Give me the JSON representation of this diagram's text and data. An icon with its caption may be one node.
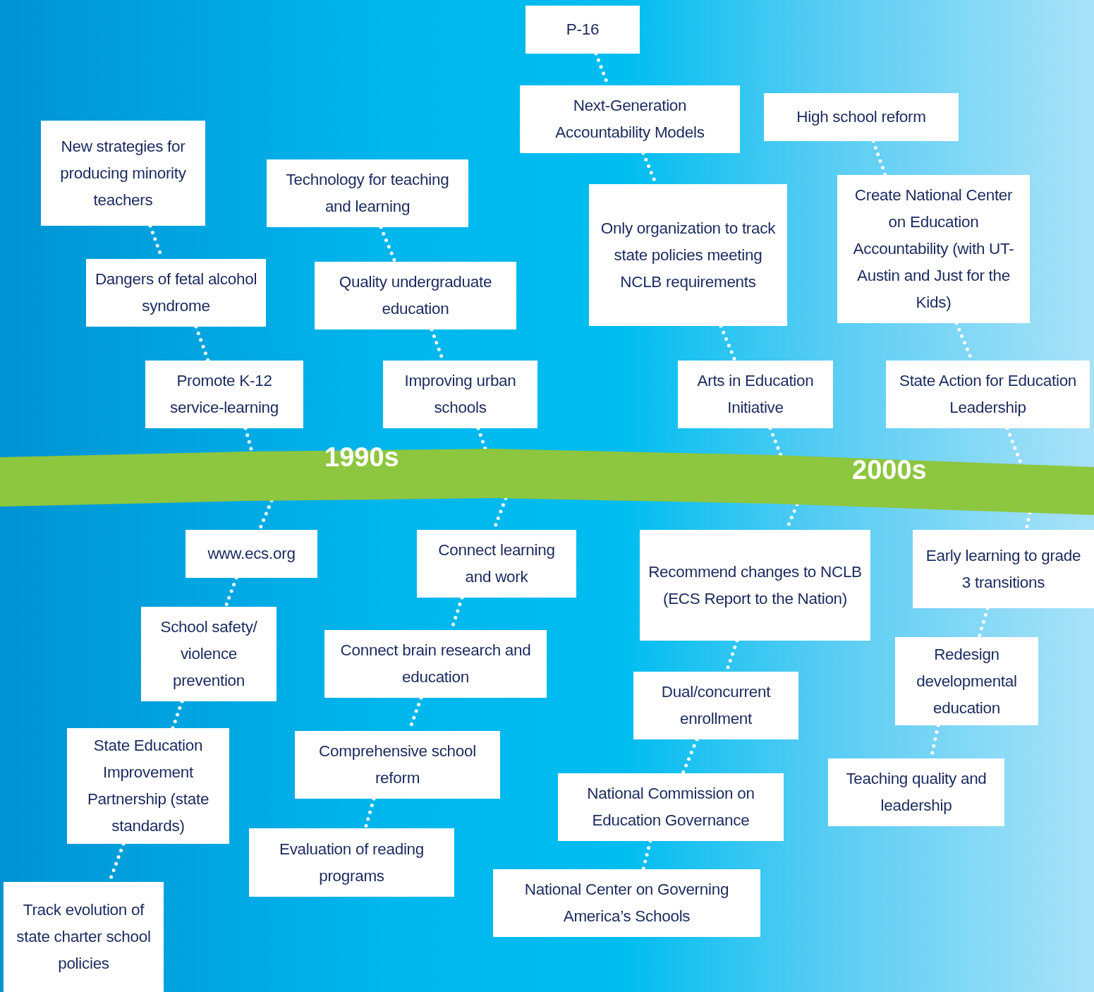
{
  "diagram": {
    "nodes": [
      {
        "text": [
          "New strategies for producing minority teachers"
        ]
      },
      {
        "text": [
          "Dangers of fetal alcohol syndrome"
        ]
      },
      {
        "text": [
          "Promote K-12 service-learning"
        ]
      },
      {
        "text": [
          "Technology for teaching and learning"
        ]
      },
      {
        "text": [
          "Quality undergraduate education"
        ]
      },
      {
        "text": [
          "Improving urban schools"
        ]
      },
      {
        "text": [
          "P-16"
        ]
      },
      {
        "text": [
          "Next-Generation Accountability Models"
        ]
      },
      {
        "text": [
          "Only organization to track state policies meeting NCLB requirements"
        ]
      },
      {
        "text": [
          "Arts in Education Initiative"
        ]
      },
      {
        "text": [
          "High school reform"
        ]
      },
      {
        "text": [
          "Create National Center on Education Accountability (with UT-Austin and Just for the Kids)"
        ]
      },
      {
        "text": [
          "State Action for Education Leadership"
        ]
      },
      {
        "text": [
          "1990s",
          "2000s"
        ]
      },
      {
        "text": [
          "www.ecs.org"
        ]
      },
      {
        "text": [
          "School safety/ violence prevention"
        ]
      },
      {
        "text": [
          "State Education Improvement Partnership (state standards)"
        ]
      },
      {
        "text": [
          "Track evolution of state charter school policies"
        ]
      },
      {
        "text": [
          "Connect learning and work"
        ]
      },
      {
        "text": [
          "Connect brain research and education"
        ]
      },
      {
        "text": [
          "Comprehensive school reform"
        ]
      },
      {
        "text": [
          "Evaluation of reading programs"
        ]
      },
      {
        "text": [
          "Recommend changes to NCLB (ECS Report to the Nation)"
        ]
      },
      {
        "text": [
          "Dual/concurrent enrollment"
        ]
      },
      {
        "text": [
          "National Commission on Education Governance"
        ]
      },
      {
        "text": [
          "National Center on Governing America’s Schools"
        ]
      },
      {
        "text": [
          "Early learning to grade 3 transitions"
        ]
      },
      {
        "text": [
          "Redesign developmental education"
        ]
      },
      {
        "text": [
          "Teaching quality and leadership"
        ]
      }
    ],
    "edges": [
      {
        "from": 0,
        "to": 1,
        "arrow": "none"
      },
      {
        "from": 1,
        "to": 2,
        "arrow": "none"
      },
      {
        "from": 2,
        "to": 13,
        "arrow": "none"
      },
      {
        "from": 3,
        "to": 4,
        "arrow": "none"
      },
      {
        "from": 4,
        "to": 5,
        "arrow": "none"
      },
      {
        "from": 5,
        "to": 13,
        "arrow": "none"
      },
      {
        "from": 6,
        "to": 7,
        "arrow": "none"
      },
      {
        "from": 7,
        "to": 8,
        "arrow": "none"
      },
      {
        "from": 8,
        "to": 9,
        "arrow": "none"
      },
      {
        "from": 9,
        "to": 13,
        "arrow": "none"
      },
      {
        "from": 10,
        "to": 11,
        "arrow": "none"
      },
      {
        "from": 11,
        "to": 12,
        "arrow": "none"
      },
      {
        "from": 12,
        "to": 13,
        "arrow": "none"
      },
      {
        "from": 13,
        "to": 14,
        "arrow": "none"
      },
      {
        "from": 14,
        "to": 15,
        "arrow": "none"
      },
      {
        "from": 15,
        "to": 16,
        "arrow": "none"
      },
      {
        "from": 16,
        "to": 17,
        "arrow": "none"
      },
      {
        "from": 13,
        "to": 18,
        "arrow": "none"
      },
      {
        "from": 18,
        "to": 19,
        "arrow": "none"
      },
      {
        "from": 19,
        "to": 20,
        "arrow": "none"
      },
      {
        "from": 20,
        "to": 21,
        "arrow": "none"
      },
      {
        "from": 13,
        "to": 22,
        "arrow": "none"
      },
      {
        "from": 22,
        "to": 23,
        "arrow": "none"
      },
      {
        "from": 23,
        "to": 24,
        "arrow": "none"
      },
      {
        "from": 24,
        "to": 25,
        "arrow": "none"
      },
      {
        "from": 13,
        "to": 26,
        "arrow": "none"
      },
      {
        "from": 26,
        "to": 27,
        "arrow": "none"
      },
      {
        "from": 27,
        "to": 28,
        "arrow": "none"
      }
    ]
  }
}
